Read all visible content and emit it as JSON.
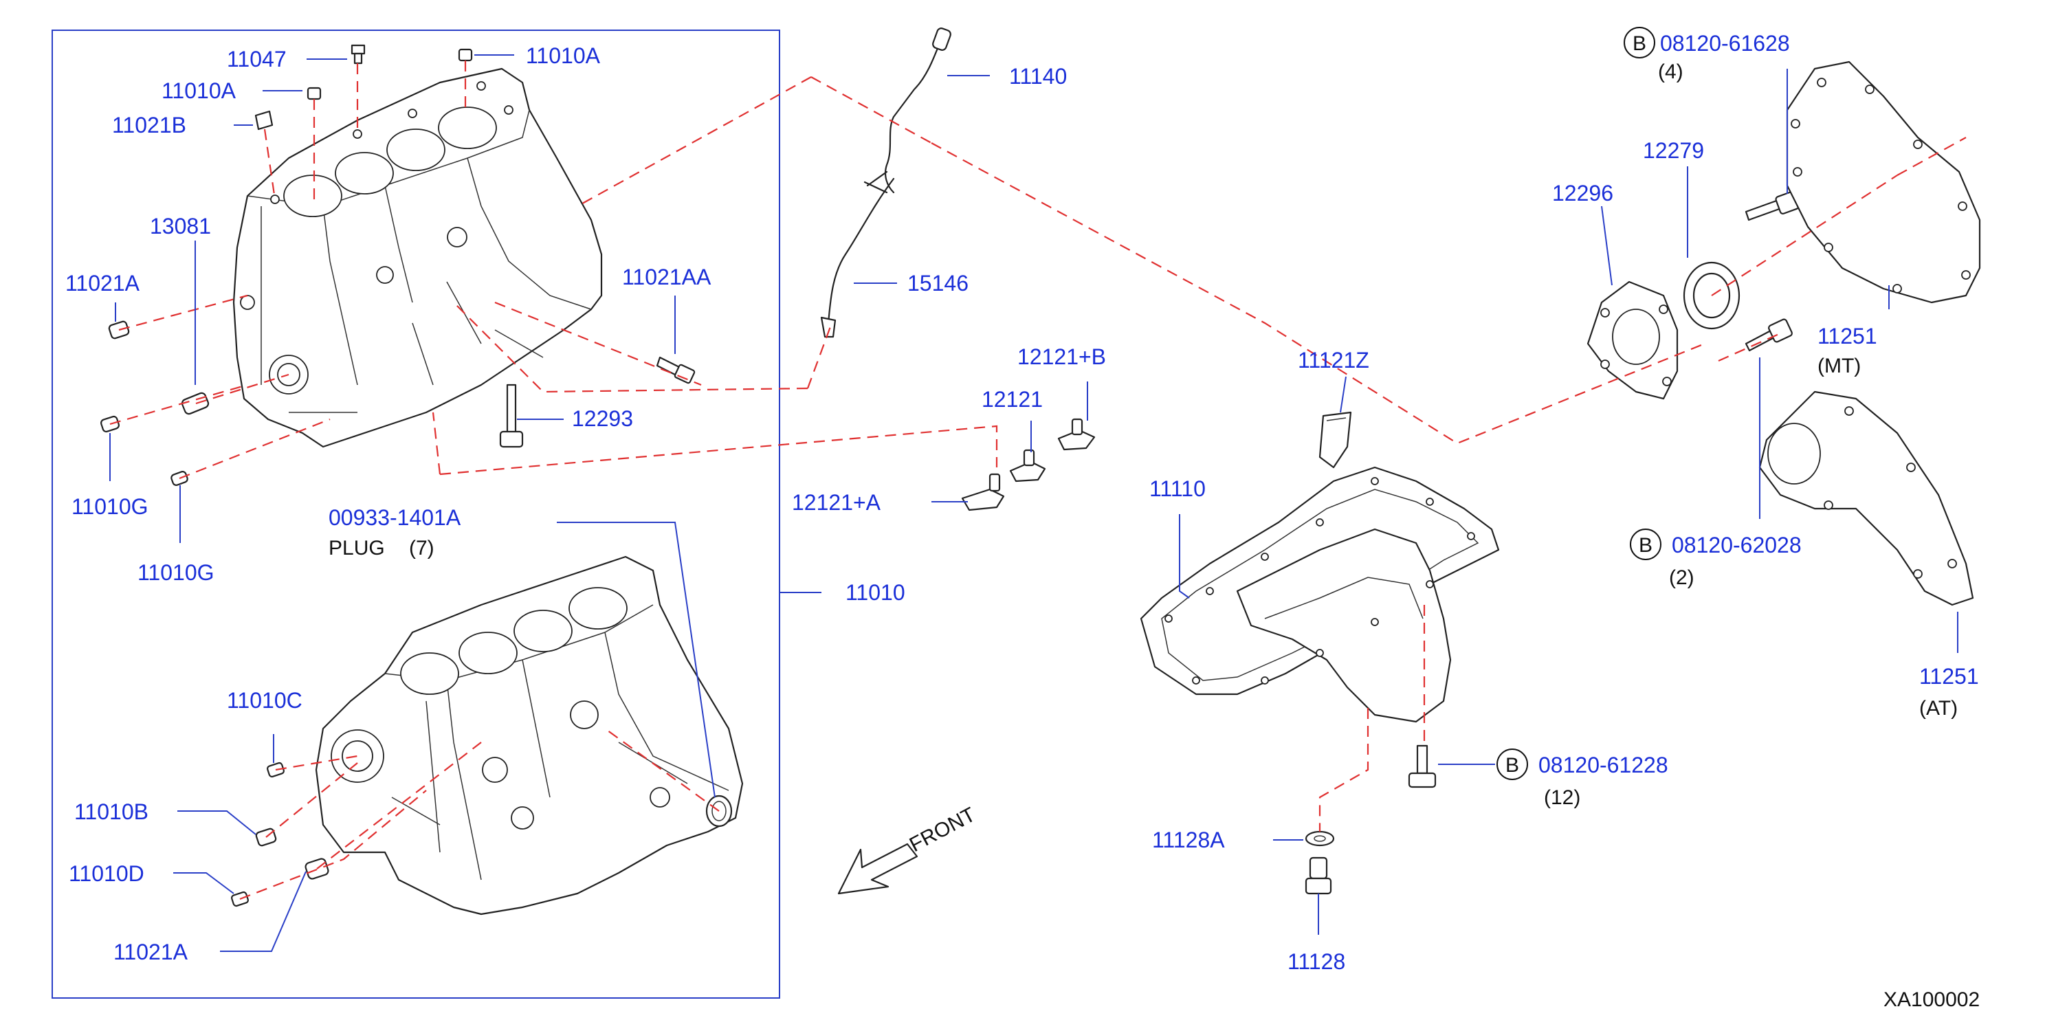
{
  "diagram_code": "XA100002",
  "labels": {
    "l_11047": "11047",
    "l_11010A_top": "11010A",
    "l_11010A_left": "11010A",
    "l_11021B": "11021B",
    "l_13081": "13081",
    "l_11021A_upper": "11021A",
    "l_11021AA": "11021AA",
    "l_12293": "12293",
    "l_11010G_1": "11010G",
    "l_11010G_2": "11010G",
    "l_00933": "00933-1401A",
    "l_plug": "PLUG",
    "l_plug_qty": "(7)",
    "l_11010": "11010",
    "l_11010C": "11010C",
    "l_11010B": "11010B",
    "l_11010D": "11010D",
    "l_11021A_lower": "11021A",
    "l_front": "FRONT",
    "l_11140": "11140",
    "l_15146": "15146",
    "l_12121B": "12121+B",
    "l_12121": "12121",
    "l_12121A": "12121+A",
    "l_11121Z": "11121Z",
    "l_11110": "11110",
    "l_08120_61228": "08120-61228",
    "l_08120_61228_qty": "(12)",
    "l_11128A": "11128A",
    "l_11128": "11128",
    "l_08120_61628": "08120-61628",
    "l_08120_61628_qty": "(4)",
    "l_12296": "12296",
    "l_12279": "12279",
    "l_11251_mt": "11251",
    "l_mt": "(MT)",
    "l_08120_62028": "08120-62028",
    "l_08120_62028_qty": "(2)",
    "l_11251_at": "11251",
    "l_at": "(AT)",
    "badge_b": "B"
  },
  "colors": {
    "label_blue": "#1a2fd8",
    "dash_red": "#e03030",
    "line_dark": "#222222"
  }
}
